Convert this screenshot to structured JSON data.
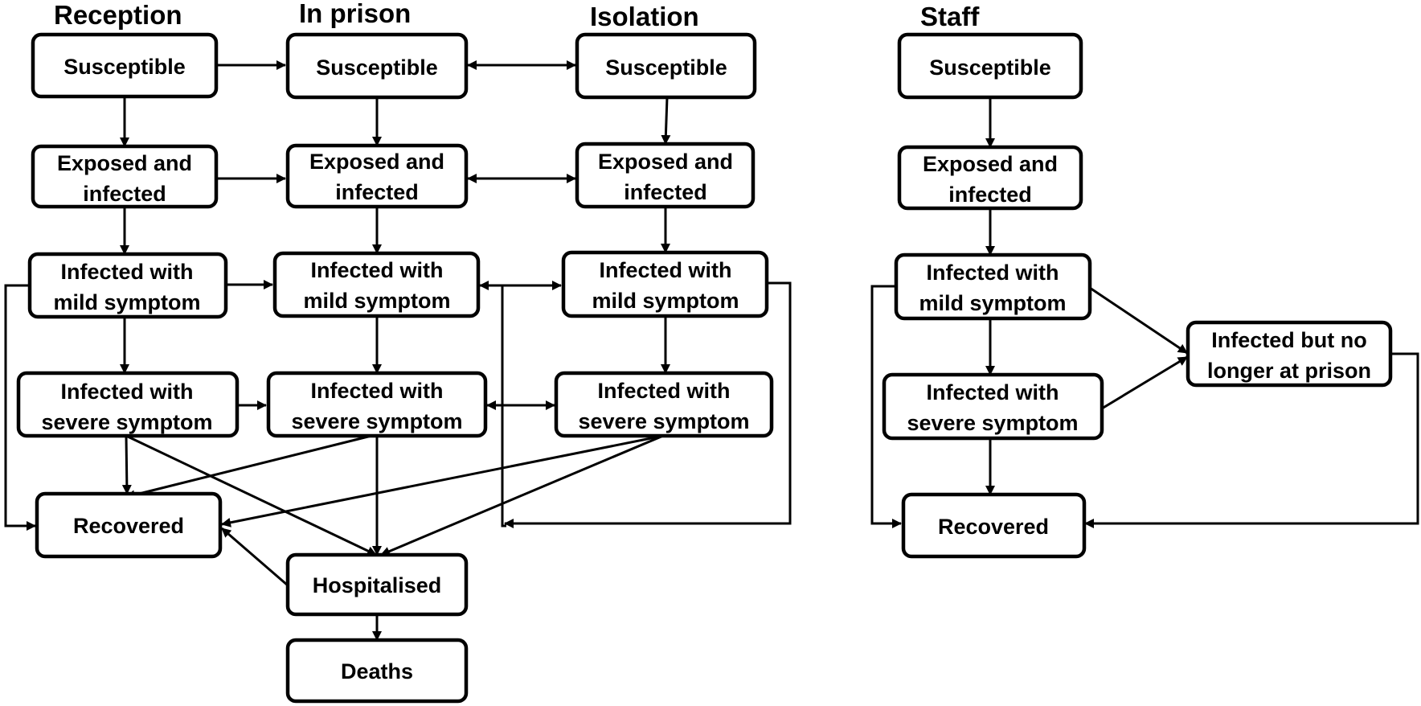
{
  "headings": {
    "reception": "Reception",
    "in_prison": "In prison",
    "isolation": "Isolation",
    "staff": "Staff"
  },
  "reception": {
    "susceptible": "Susceptible",
    "exposed": [
      "Exposed and",
      "infected"
    ],
    "mild": [
      "Infected with",
      "mild symptom"
    ],
    "severe": [
      "Infected with",
      "severe symptom"
    ],
    "recovered": "Recovered"
  },
  "in_prison": {
    "susceptible": "Susceptible",
    "exposed": [
      "Exposed and",
      "infected"
    ],
    "mild": [
      "Infected with",
      "mild symptom"
    ],
    "severe": [
      "Infected with",
      "severe symptom"
    ],
    "hospitalised": "Hospitalised",
    "deaths": "Deaths"
  },
  "isolation": {
    "susceptible": "Susceptible",
    "exposed": [
      "Exposed and",
      "infected"
    ],
    "mild": [
      "Infected with",
      "mild symptom"
    ],
    "severe": [
      "Infected with",
      "severe symptom"
    ]
  },
  "staff": {
    "susceptible": "Susceptible",
    "exposed": [
      "Exposed and",
      "infected"
    ],
    "mild": [
      "Infected with",
      "mild symptom"
    ],
    "severe": [
      "Infected with",
      "severe symptom"
    ],
    "no_longer": [
      "Infected but no",
      "longer at prison"
    ],
    "recovered": "Recovered"
  }
}
